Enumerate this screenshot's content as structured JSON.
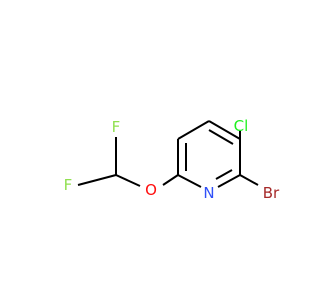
{
  "molecule": {
    "atoms": {
      "F1": {
        "symbol": "F",
        "color": "#90e050"
      },
      "F2": {
        "symbol": "F",
        "color": "#90e050"
      },
      "O": {
        "symbol": "O",
        "color": "#ff0d0d"
      },
      "N": {
        "symbol": "N",
        "color": "#3050f8"
      },
      "Br": {
        "symbol": "Br",
        "color": "#a62929"
      },
      "Cl": {
        "symbol": "Cl",
        "color": "#1ff01f"
      }
    },
    "bond_color": "#000000",
    "background": "#ffffff"
  }
}
